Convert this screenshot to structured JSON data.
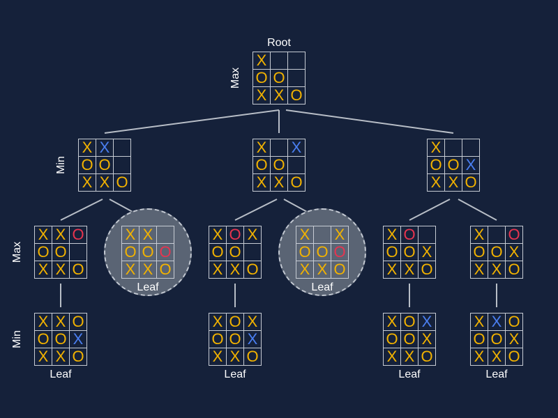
{
  "colors": {
    "background": "#15213a",
    "grid": "#c7ccd4",
    "edge": "#b8bec7",
    "mark_default": "#f3b300",
    "mark_new_x": "#4a7ff2",
    "mark_new_o": "#e8344f",
    "halo": "#5a6474"
  },
  "labels": {
    "root": "Root",
    "leaf": "Leaf",
    "max": "Max",
    "min": "Min"
  },
  "nodes": [
    {
      "id": "root",
      "cells": [
        "X",
        "",
        "",
        "O",
        "O",
        "",
        "X",
        "X",
        "O"
      ],
      "highlight": []
    },
    {
      "id": "l1-a",
      "cells": [
        "X",
        "X",
        "",
        "O",
        "O",
        "",
        "X",
        "X",
        "O"
      ],
      "highlight": [
        1
      ]
    },
    {
      "id": "l1-b",
      "cells": [
        "X",
        "",
        "X",
        "O",
        "O",
        "",
        "X",
        "X",
        "O"
      ],
      "highlight": [
        2
      ]
    },
    {
      "id": "l1-c",
      "cells": [
        "X",
        "",
        "",
        "O",
        "O",
        "X",
        "X",
        "X",
        "O"
      ],
      "highlight": [
        5
      ]
    },
    {
      "id": "l2-a1",
      "cells": [
        "X",
        "X",
        "O",
        "O",
        "O",
        "",
        "X",
        "X",
        "O"
      ],
      "highlight": [
        2
      ]
    },
    {
      "id": "l2-a2",
      "cells": [
        "X",
        "X",
        "",
        "O",
        "O",
        "O",
        "X",
        "X",
        "O"
      ],
      "highlight": [
        5
      ]
    },
    {
      "id": "l2-b1",
      "cells": [
        "X",
        "O",
        "X",
        "O",
        "O",
        "",
        "X",
        "X",
        "O"
      ],
      "highlight": [
        1
      ]
    },
    {
      "id": "l2-b2",
      "cells": [
        "X",
        "",
        "X",
        "O",
        "O",
        "O",
        "X",
        "X",
        "O"
      ],
      "highlight": [
        5
      ]
    },
    {
      "id": "l2-c1",
      "cells": [
        "X",
        "O",
        "",
        "O",
        "O",
        "X",
        "X",
        "X",
        "O"
      ],
      "highlight": [
        1
      ]
    },
    {
      "id": "l2-c2",
      "cells": [
        "X",
        "",
        "O",
        "O",
        "O",
        "X",
        "X",
        "X",
        "O"
      ],
      "highlight": [
        2
      ]
    },
    {
      "id": "l3-a1",
      "cells": [
        "X",
        "X",
        "O",
        "O",
        "O",
        "X",
        "X",
        "X",
        "O"
      ],
      "highlight": [
        5
      ]
    },
    {
      "id": "l3-b1",
      "cells": [
        "X",
        "O",
        "X",
        "O",
        "O",
        "X",
        "X",
        "X",
        "O"
      ],
      "highlight": [
        5
      ]
    },
    {
      "id": "l3-c1",
      "cells": [
        "X",
        "O",
        "X",
        "O",
        "O",
        "X",
        "X",
        "X",
        "O"
      ],
      "highlight": [
        2
      ]
    },
    {
      "id": "l3-c2",
      "cells": [
        "X",
        "X",
        "O",
        "O",
        "O",
        "X",
        "X",
        "X",
        "O"
      ],
      "highlight": [
        1
      ]
    }
  ]
}
